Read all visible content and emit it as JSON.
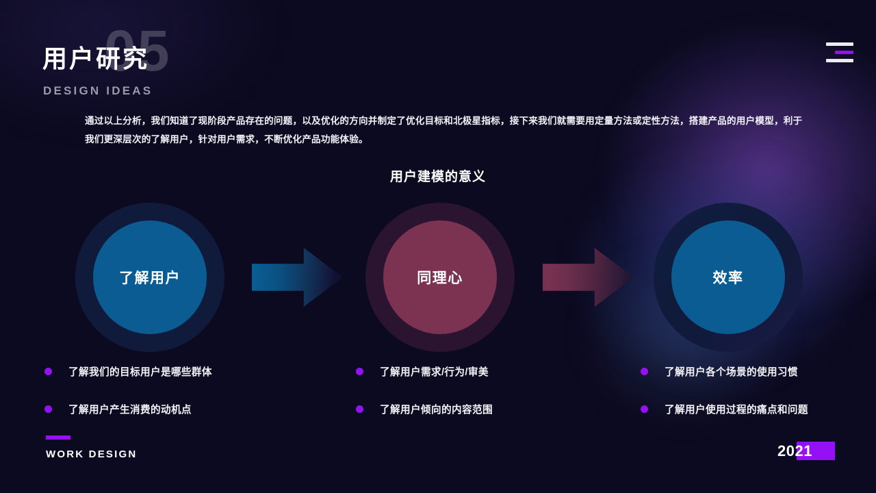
{
  "header": {
    "watermark_number": "05",
    "title": "用户研究",
    "subtitle": "DESIGN IDEAS",
    "menu_icon": "hamburger-menu-icon"
  },
  "intro": {
    "paragraph": "通过以上分析，我们知道了现阶段产品存在的问题，以及优化的方向并制定了优化目标和北极星指标，接下来我们就需要用定量方法或定性方法，搭建产品的用户模型，利于我们更深层次的了解用户，针对用户需求，不断优化产品功能体验。"
  },
  "section": {
    "heading": "用户建模的意义"
  },
  "diagram": {
    "nodes": [
      {
        "label": "了解用户",
        "core_color": "#0a5c93",
        "ring_color": "#101b3c"
      },
      {
        "label": "同理心",
        "core_color": "#7c3352",
        "ring_color": "#2a1430"
      },
      {
        "label": "效率",
        "core_color": "#0a5c93",
        "ring_color": "#111d40"
      }
    ],
    "arrows": [
      {
        "name": "arrow-understand-to-empathy",
        "color": "#0b5f95"
      },
      {
        "name": "arrow-empathy-to-efficiency",
        "color": "#7b3352"
      }
    ]
  },
  "bullets": {
    "dot_color": "#9610f5",
    "columns": [
      {
        "items": [
          "了解我们的目标用户是哪些群体",
          "了解用户产生消费的动机点"
        ]
      },
      {
        "items": [
          "了解用户需求/行为/审美",
          "了解用户倾向的内容范围"
        ]
      },
      {
        "items": [
          "了解用户各个场景的使用习惯",
          "了解用户使用过程的痛点和问题"
        ]
      }
    ]
  },
  "footer": {
    "brand": "WORK DESIGN",
    "year": "2021",
    "accent_color": "#9610f5"
  }
}
